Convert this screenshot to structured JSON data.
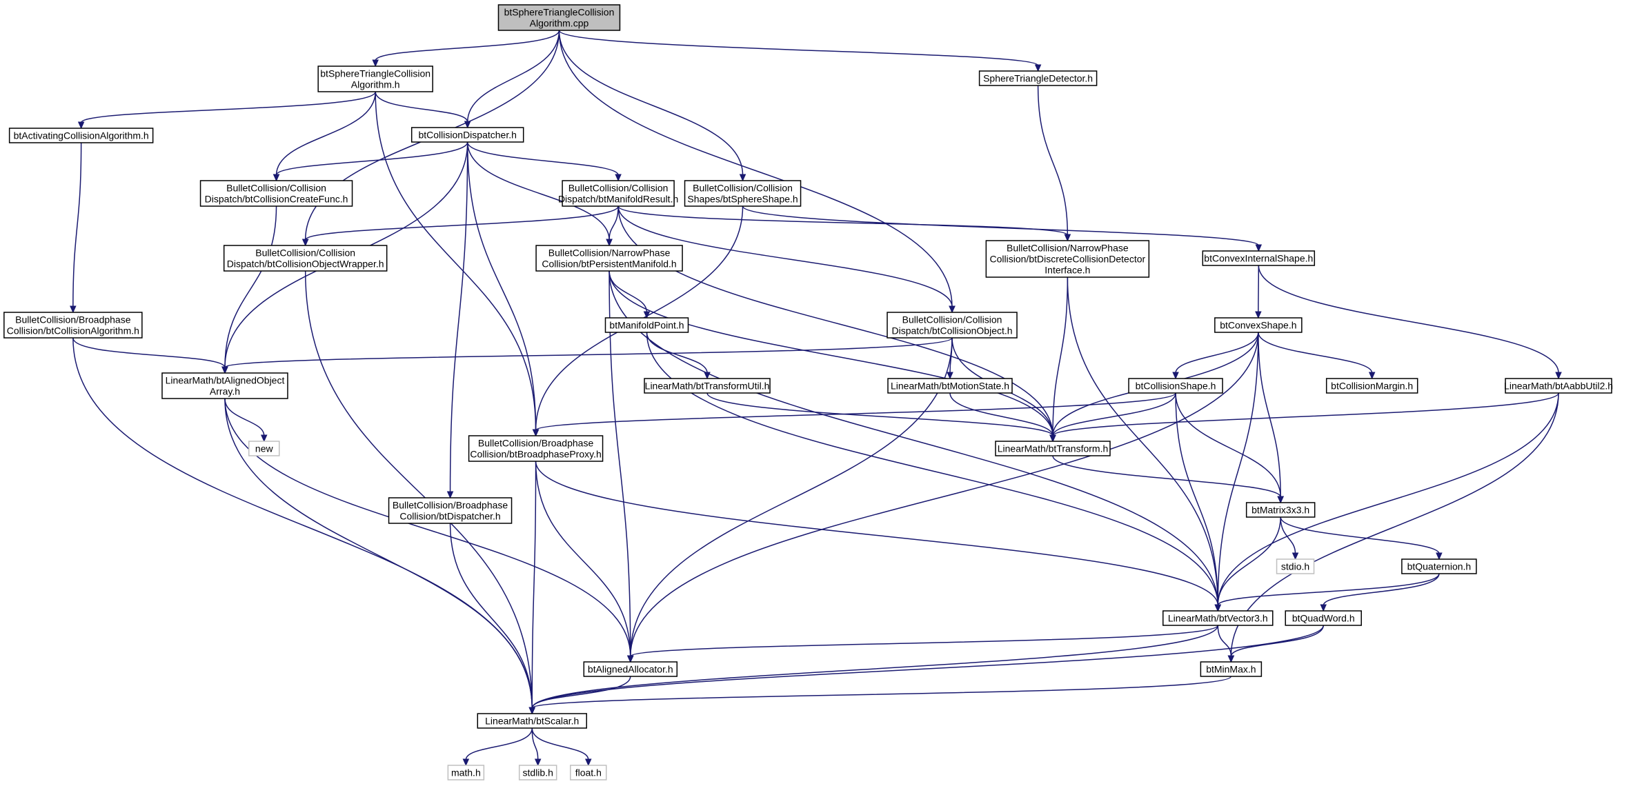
{
  "graph": {
    "edge_color": "#191970",
    "root_fill": "#bfbfbf",
    "nodes": [
      {
        "id": "root",
        "lines": [
          "btSphereTriangleCollision",
          "Algorithm.cpp"
        ],
        "kind": "root"
      },
      {
        "id": "stc_h",
        "lines": [
          "btSphereTriangleCollision",
          "Algorithm.h"
        ]
      },
      {
        "id": "std_h",
        "lines": [
          "SphereTriangleDetector.h"
        ]
      },
      {
        "id": "act_h",
        "lines": [
          "btActivatingCollisionAlgorithm.h"
        ]
      },
      {
        "id": "cd_h",
        "lines": [
          "btCollisionDispatcher.h"
        ]
      },
      {
        "id": "ccf_h",
        "lines": [
          "BulletCollision/Collision",
          "Dispatch/btCollisionCreateFunc.h"
        ]
      },
      {
        "id": "mr_h",
        "lines": [
          "BulletCollision/Collision",
          "Dispatch/btManifoldResult.h"
        ]
      },
      {
        "id": "ss_h",
        "lines": [
          "BulletCollision/Collision",
          "Shapes/btSphereShape.h"
        ]
      },
      {
        "id": "cow_h",
        "lines": [
          "BulletCollision/Collision",
          "Dispatch/btCollisionObjectWrapper.h"
        ]
      },
      {
        "id": "pm_h",
        "lines": [
          "BulletCollision/NarrowPhase",
          "Collision/btPersistentManifold.h"
        ]
      },
      {
        "id": "dcd_h",
        "lines": [
          "BulletCollision/NarrowPhase",
          "Collision/btDiscreteCollisionDetector",
          "Interface.h"
        ]
      },
      {
        "id": "cis_h",
        "lines": [
          "btConvexInternalShape.h"
        ]
      },
      {
        "id": "ca_h",
        "lines": [
          "BulletCollision/Broadphase",
          "Collision/btCollisionAlgorithm.h"
        ]
      },
      {
        "id": "mp_h",
        "lines": [
          "btManifoldPoint.h"
        ]
      },
      {
        "id": "co_h",
        "lines": [
          "BulletCollision/Collision",
          "Dispatch/btCollisionObject.h"
        ]
      },
      {
        "id": "cs_h",
        "lines": [
          "btConvexShape.h"
        ]
      },
      {
        "id": "aoa_h",
        "lines": [
          "LinearMath/btAlignedObject",
          "Array.h"
        ]
      },
      {
        "id": "tu_h",
        "lines": [
          "LinearMath/btTransformUtil.h"
        ]
      },
      {
        "id": "ms_h",
        "lines": [
          "LinearMath/btMotionState.h"
        ]
      },
      {
        "id": "csh_h",
        "lines": [
          "btCollisionShape.h"
        ]
      },
      {
        "id": "cm_h",
        "lines": [
          "btCollisionMargin.h"
        ]
      },
      {
        "id": "aabb_h",
        "lines": [
          "LinearMath/btAabbUtil2.h"
        ]
      },
      {
        "id": "new",
        "lines": [
          "new"
        ],
        "kind": "sys"
      },
      {
        "id": "bp_h",
        "lines": [
          "BulletCollision/Broadphase",
          "Collision/btBroadphaseProxy.h"
        ]
      },
      {
        "id": "tr_h",
        "lines": [
          "LinearMath/btTransform.h"
        ]
      },
      {
        "id": "disp_h",
        "lines": [
          "BulletCollision/Broadphase",
          "Collision/btDispatcher.h"
        ]
      },
      {
        "id": "m33_h",
        "lines": [
          "btMatrix3x3.h"
        ]
      },
      {
        "id": "stdio",
        "lines": [
          "stdio.h"
        ],
        "kind": "sys"
      },
      {
        "id": "q_h",
        "lines": [
          "btQuaternion.h"
        ]
      },
      {
        "id": "v3_h",
        "lines": [
          "LinearMath/btVector3.h"
        ]
      },
      {
        "id": "qw_h",
        "lines": [
          "btQuadWord.h"
        ]
      },
      {
        "id": "aa_h",
        "lines": [
          "btAlignedAllocator.h"
        ]
      },
      {
        "id": "mm_h",
        "lines": [
          "btMinMax.h"
        ]
      },
      {
        "id": "sc_h",
        "lines": [
          "LinearMath/btScalar.h"
        ]
      },
      {
        "id": "math",
        "lines": [
          "math.h"
        ],
        "kind": "sys"
      },
      {
        "id": "stdlib",
        "lines": [
          "stdlib.h"
        ],
        "kind": "sys"
      },
      {
        "id": "float",
        "lines": [
          "float.h"
        ],
        "kind": "sys"
      }
    ],
    "edges": [
      {
        "from": "root",
        "to": "stc_h"
      },
      {
        "from": "root",
        "to": "cow_h"
      },
      {
        "from": "root",
        "to": "cd_h"
      },
      {
        "from": "root",
        "to": "ss_h"
      },
      {
        "from": "root",
        "to": "co_h"
      },
      {
        "from": "root",
        "to": "std_h"
      },
      {
        "from": "stc_h",
        "to": "act_h"
      },
      {
        "from": "stc_h",
        "to": "ccf_h"
      },
      {
        "from": "stc_h",
        "to": "cd_h"
      },
      {
        "from": "stc_h",
        "to": "bp_h"
      },
      {
        "from": "act_h",
        "to": "ca_h"
      },
      {
        "from": "cd_h",
        "to": "ccf_h"
      },
      {
        "from": "cd_h",
        "to": "mr_h"
      },
      {
        "from": "cd_h",
        "to": "pm_h"
      },
      {
        "from": "cd_h",
        "to": "aoa_h"
      },
      {
        "from": "cd_h",
        "to": "bp_h"
      },
      {
        "from": "cd_h",
        "to": "disp_h"
      },
      {
        "from": "ccf_h",
        "to": "aoa_h"
      },
      {
        "from": "mr_h",
        "to": "cow_h"
      },
      {
        "from": "mr_h",
        "to": "pm_h"
      },
      {
        "from": "mr_h",
        "to": "co_h"
      },
      {
        "from": "mr_h",
        "to": "dcd_h"
      },
      {
        "from": "mr_h",
        "to": "tr_h"
      },
      {
        "from": "ss_h",
        "to": "cis_h"
      },
      {
        "from": "ss_h",
        "to": "bp_h"
      },
      {
        "from": "cow_h",
        "to": "sc_h"
      },
      {
        "from": "pm_h",
        "to": "mp_h"
      },
      {
        "from": "pm_h",
        "to": "tr_h"
      },
      {
        "from": "pm_h",
        "to": "aa_h"
      },
      {
        "from": "pm_h",
        "to": "v3_h"
      },
      {
        "from": "std_h",
        "to": "dcd_h"
      },
      {
        "from": "dcd_h",
        "to": "tr_h"
      },
      {
        "from": "dcd_h",
        "to": "v3_h"
      },
      {
        "from": "cis_h",
        "to": "cs_h"
      },
      {
        "from": "cis_h",
        "to": "aabb_h"
      },
      {
        "from": "ca_h",
        "to": "aoa_h"
      },
      {
        "from": "ca_h",
        "to": "sc_h"
      },
      {
        "from": "mp_h",
        "to": "tu_h"
      },
      {
        "from": "mp_h",
        "to": "v3_h"
      },
      {
        "from": "co_h",
        "to": "aoa_h"
      },
      {
        "from": "co_h",
        "to": "ms_h"
      },
      {
        "from": "co_h",
        "to": "tr_h"
      },
      {
        "from": "co_h",
        "to": "aa_h"
      },
      {
        "from": "cs_h",
        "to": "csh_h"
      },
      {
        "from": "cs_h",
        "to": "cm_h"
      },
      {
        "from": "cs_h",
        "to": "tr_h"
      },
      {
        "from": "cs_h",
        "to": "m33_h"
      },
      {
        "from": "cs_h",
        "to": "v3_h"
      },
      {
        "from": "cs_h",
        "to": "aa_h"
      },
      {
        "from": "aoa_h",
        "to": "new"
      },
      {
        "from": "aoa_h",
        "to": "aa_h"
      },
      {
        "from": "aoa_h",
        "to": "sc_h"
      },
      {
        "from": "tu_h",
        "to": "tr_h"
      },
      {
        "from": "ms_h",
        "to": "tr_h"
      },
      {
        "from": "csh_h",
        "to": "bp_h"
      },
      {
        "from": "csh_h",
        "to": "tr_h"
      },
      {
        "from": "csh_h",
        "to": "m33_h"
      },
      {
        "from": "csh_h",
        "to": "v3_h"
      },
      {
        "from": "aabb_h",
        "to": "tr_h"
      },
      {
        "from": "aabb_h",
        "to": "v3_h"
      },
      {
        "from": "aabb_h",
        "to": "mm_h"
      },
      {
        "from": "bp_h",
        "to": "sc_h"
      },
      {
        "from": "bp_h",
        "to": "v3_h"
      },
      {
        "from": "bp_h",
        "to": "aa_h"
      },
      {
        "from": "tr_h",
        "to": "m33_h"
      },
      {
        "from": "disp_h",
        "to": "sc_h"
      },
      {
        "from": "m33_h",
        "to": "stdio"
      },
      {
        "from": "m33_h",
        "to": "q_h"
      },
      {
        "from": "m33_h",
        "to": "v3_h"
      },
      {
        "from": "q_h",
        "to": "qw_h"
      },
      {
        "from": "q_h",
        "to": "v3_h"
      },
      {
        "from": "v3_h",
        "to": "aa_h"
      },
      {
        "from": "v3_h",
        "to": "mm_h"
      },
      {
        "from": "v3_h",
        "to": "sc_h"
      },
      {
        "from": "qw_h",
        "to": "mm_h"
      },
      {
        "from": "qw_h",
        "to": "sc_h"
      },
      {
        "from": "aa_h",
        "to": "sc_h"
      },
      {
        "from": "mm_h",
        "to": "sc_h"
      },
      {
        "from": "sc_h",
        "to": "math"
      },
      {
        "from": "sc_h",
        "to": "stdlib"
      },
      {
        "from": "sc_h",
        "to": "float"
      }
    ]
  }
}
